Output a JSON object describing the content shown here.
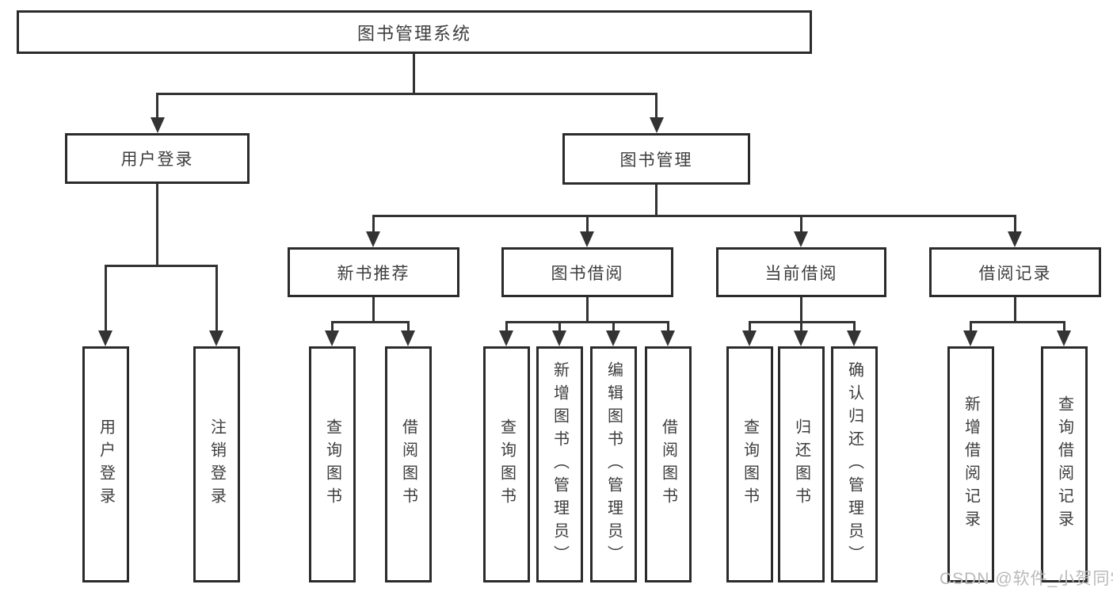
{
  "colors": {
    "line": "#333333",
    "box_border": "#2b2b2b",
    "box_background": "#ffffff",
    "text": "#3d3d3d",
    "watermark": "#b9b9b9",
    "page_background": "#ffffff"
  },
  "watermark": {
    "text": "CSDN @软件_小贺同学"
  },
  "tree": {
    "root": "图书管理系统",
    "children": [
      {
        "label": "用户登录",
        "children": [
          "用户登录",
          "注销登录"
        ]
      },
      {
        "label": "图书管理",
        "children": [
          {
            "label": "新书推荐",
            "children": [
              "查询图书",
              "借阅图书"
            ]
          },
          {
            "label": "图书借阅",
            "children": [
              "查询图书",
              "新增图书（管理员）",
              "编辑图书（管理员）",
              "借阅图书"
            ]
          },
          {
            "label": "当前借阅",
            "children": [
              "查询图书",
              "归还图书",
              "确认归还（管理员）"
            ]
          },
          {
            "label": "借阅记录",
            "children": [
              "新增借阅记录",
              "查询借阅记录"
            ]
          }
        ]
      }
    ]
  }
}
